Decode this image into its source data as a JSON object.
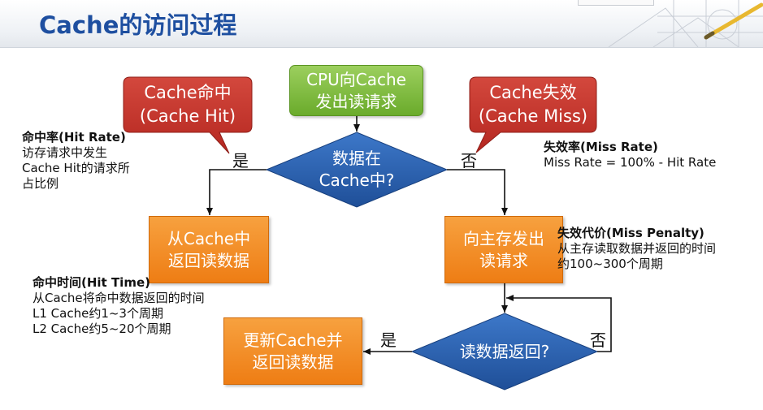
{
  "title": "Cache的访问过程",
  "nodes": {
    "cpu_request": "CPU向Cache\n发出读请求",
    "decision_in_cache": "数据在\nCache中?",
    "read_from_cache": "从Cache中\n返回读数据",
    "request_main_memory": "向主存发出\n读请求",
    "decision_data_returned": "读数据返回?",
    "update_cache": "更新Cache并\n返回读数据"
  },
  "callouts": {
    "hit": "Cache命中\n(Cache Hit)",
    "miss": "Cache失效\n(Cache Miss)"
  },
  "branch_labels": {
    "hit_yes": "是",
    "miss_no": "否",
    "return_yes": "是",
    "return_no": "否"
  },
  "notes": {
    "hit_rate": {
      "title": "命中率(Hit Rate)",
      "body": "访存请求中发生\nCache  Hit的请求所\n占比例"
    },
    "miss_rate": {
      "title": "失效率(Miss Rate)",
      "body": "Miss Rate = 100% - Hit Rate"
    },
    "miss_penalty": {
      "title": "失效代价(Miss Penalty)",
      "body": "从主存读取数据并返回的时间\n约100~300个周期"
    },
    "hit_time": {
      "title": "命中时间(Hit Time)",
      "body": "从Cache将命中数据返回的时间\nL1 Cache约1~3个周期\nL2 Cache约5~20个周期"
    }
  },
  "colors": {
    "title": "#1e4fa0",
    "process_box": "#f08a1e",
    "start_box": "#7dbb3c",
    "decision": "#2f66b6",
    "callout": "#c8312a"
  }
}
